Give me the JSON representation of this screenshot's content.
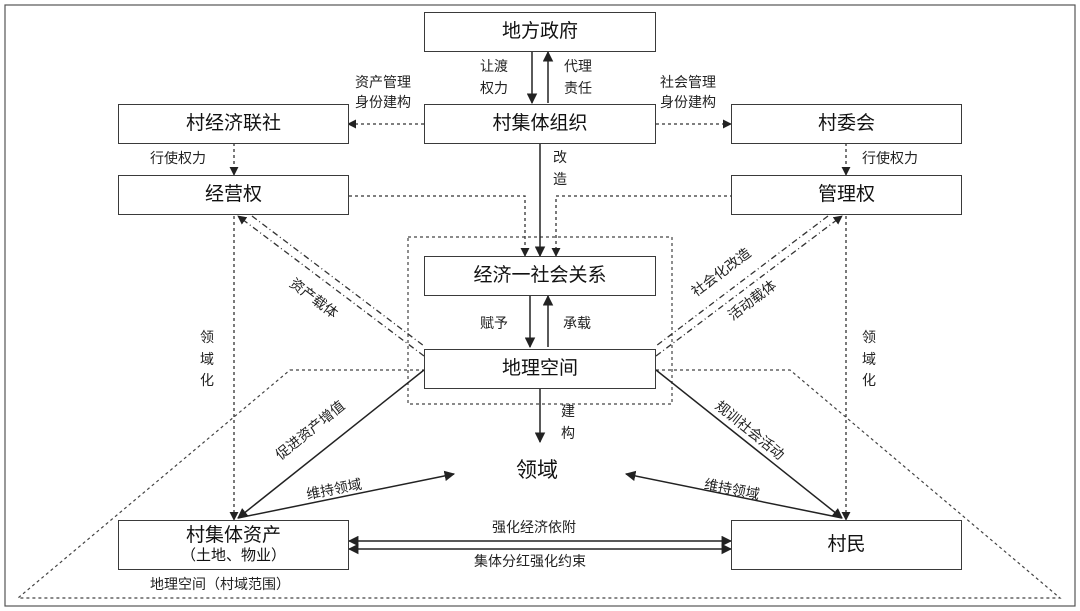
{
  "nodes": {
    "local_gov": "地方政府",
    "village_collective": "村集体组织",
    "econ_union": "村经济联社",
    "village_committee": "村委会",
    "operation_right": "经营权",
    "management_right": "管理权",
    "econ_social_relation": "经济一社会关系",
    "geo_space": "地理空间",
    "collective_assets": "村集体资产",
    "collective_assets_sub": "（土地、物业）",
    "villagers": "村民",
    "territory": "领域"
  },
  "labels": {
    "transfer_power": "让渡权力",
    "agent_duty": "代理责任",
    "asset_mgmt": "资产管理身份建构",
    "social_mgmt": "社会管理身份建构",
    "exercise_power_left": "行使权力",
    "exercise_power_right": "行使权力",
    "reform": "改造",
    "grant": "赋予",
    "carry": "承载",
    "asset_carrier": "资产载体",
    "socialize_reform": "社会化改造",
    "activity_carrier": "活动载体",
    "territorialize_left": "领域化",
    "territorialize_right": "领域化",
    "construct": "建构",
    "promote_asset": "促进资产增值",
    "regulate_social": "规训社会活动",
    "maintain_left": "维持领域",
    "maintain_right": "维持领域",
    "strengthen_econ": "强化经济依附",
    "dividend": "集体分红强化约束",
    "geo_scope": "地理空间（村域范围）"
  }
}
